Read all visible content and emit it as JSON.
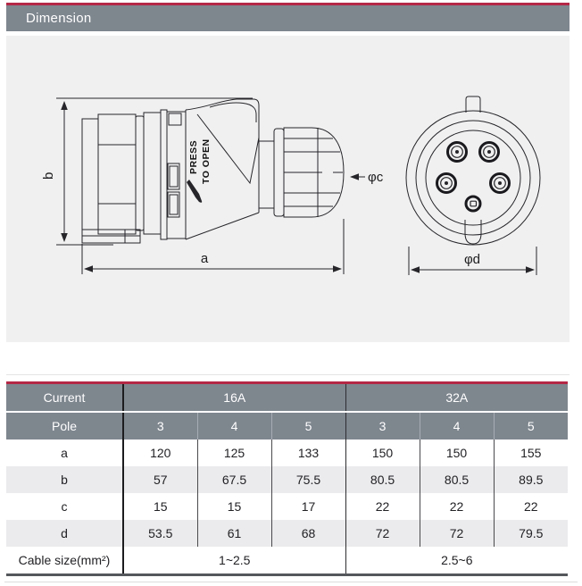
{
  "page": {
    "title_bar": "Dimension"
  },
  "drawing": {
    "dim_a": "a",
    "dim_b": "b",
    "dim_c": "φc",
    "dim_d": "φd",
    "press_label_line1": "PRESS",
    "press_label_line2": "TO OPEN"
  },
  "table": {
    "current_label": "Current",
    "current_groups": [
      "16A",
      "32A"
    ],
    "pole_label": "Pole",
    "pole_values": [
      "3",
      "4",
      "5",
      "3",
      "4",
      "5"
    ],
    "dim_rows": [
      {
        "label": "a",
        "values": [
          "120",
          "125",
          "133",
          "150",
          "150",
          "155"
        ]
      },
      {
        "label": "b",
        "values": [
          "57",
          "67.5",
          "75.5",
          "80.5",
          "80.5",
          "89.5"
        ]
      },
      {
        "label": "c",
        "values": [
          "15",
          "15",
          "17",
          "22",
          "22",
          "22"
        ]
      },
      {
        "label": "d",
        "values": [
          "53.5",
          "61",
          "68",
          "72",
          "72",
          "79.5"
        ]
      }
    ],
    "cable_label": "Cable size(mm²)",
    "cable_values": [
      "1~2.5",
      "2.5~6"
    ]
  },
  "colors": {
    "accent_red": "#b42746",
    "header_gray": "#7e868e",
    "zebra_gray": "#ebebed",
    "panel_gray": "#f0f0f1",
    "table_bottom_border": "#54575b"
  }
}
